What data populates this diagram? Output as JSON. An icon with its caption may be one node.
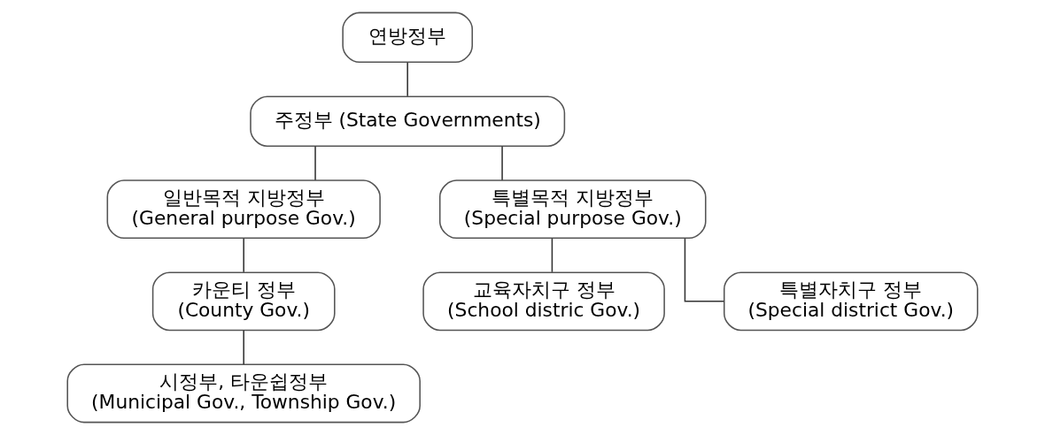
{
  "diagram": {
    "nodes": [
      {
        "text": [
          "연방정부"
        ]
      },
      {
        "text": [
          "주정부 (State Governments)"
        ]
      },
      {
        "text": [
          "일반목적 지방정부",
          "(General purpose Gov.)"
        ]
      },
      {
        "text": [
          "카운티 정부",
          "(County Gov.)"
        ]
      },
      {
        "text": [
          "시정부, 타운쉽정부",
          "(Municipal Gov., Township Gov.)"
        ]
      },
      {
        "text": [
          "특별목적 지방정부",
          "(Special purpose Gov.)"
        ]
      },
      {
        "text": [
          "교육자치구 정부",
          "(School distric Gov.)"
        ]
      },
      {
        "text": [
          "특별자치구 정부",
          "(Special district Gov.)"
        ]
      }
    ],
    "edges": [
      {
        "from": 0,
        "to": 1,
        "arrow": "none"
      },
      {
        "from": 1,
        "to": 2,
        "arrow": "none"
      },
      {
        "from": 1,
        "to": 5,
        "arrow": "none"
      },
      {
        "from": 2,
        "to": 3,
        "arrow": "none"
      },
      {
        "from": 3,
        "to": 4,
        "arrow": "none"
      },
      {
        "from": 5,
        "to": 6,
        "arrow": "none"
      },
      {
        "from": 5,
        "to": 7,
        "arrow": "none"
      }
    ]
  }
}
